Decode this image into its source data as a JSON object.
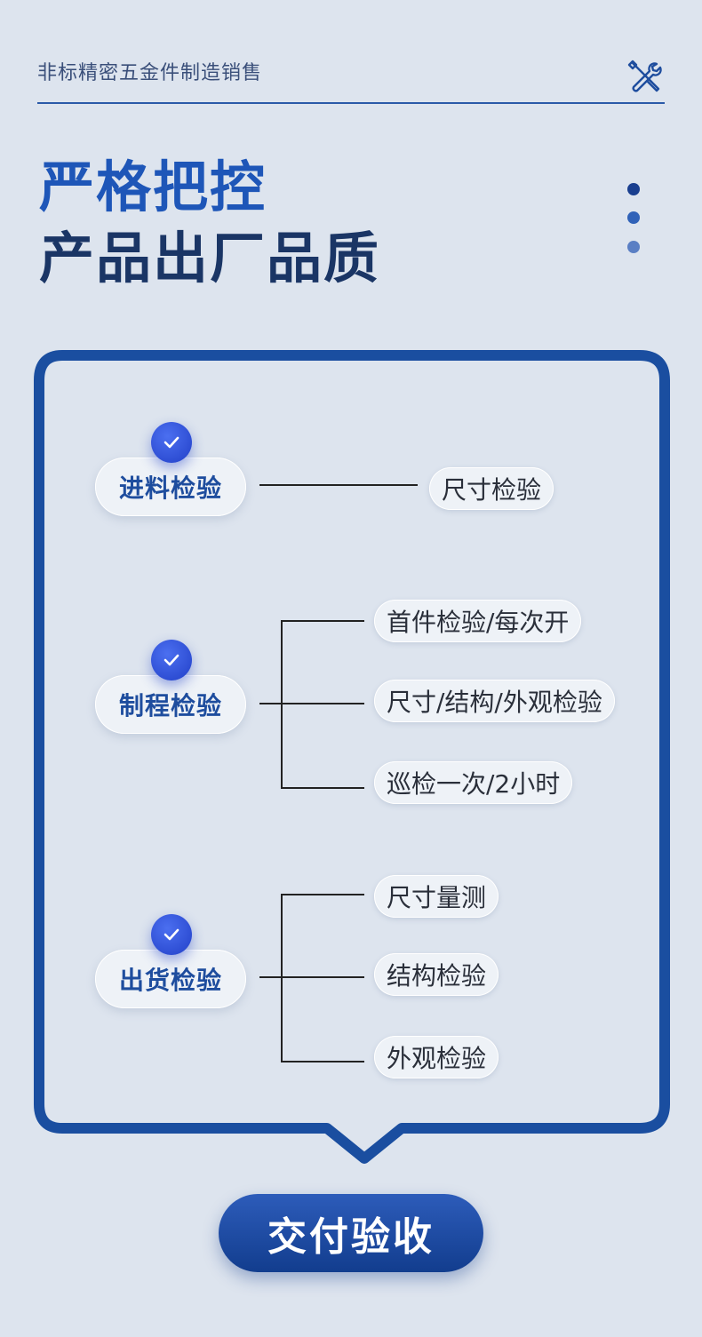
{
  "header": {
    "subtitle": "非标精密五金件制造销售",
    "tools_icon": "wrench-screwdriver-icon"
  },
  "title": {
    "line1": "严格把控",
    "line2": "产品出厂品质"
  },
  "colors": {
    "accent": "#1e56b8",
    "dark": "#1a3565",
    "frame": "#1a4ea0",
    "background": "#dde4ee"
  },
  "stages": [
    {
      "label": "进料检验",
      "items": [
        "尺寸检验"
      ]
    },
    {
      "label": "制程检验",
      "items": [
        "首件检验/每次开",
        "尺寸/结构/外观检验",
        "巡检一次/2小时"
      ]
    },
    {
      "label": "出货检验",
      "items": [
        "尺寸量测",
        "结构检验",
        "外观检验"
      ]
    }
  ],
  "final_button": {
    "label": "交付验收"
  }
}
